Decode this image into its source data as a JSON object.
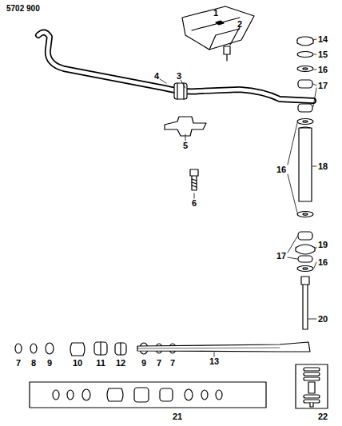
{
  "diagram": {
    "labels": [
      "5702 900",
      "1",
      "2",
      "4",
      "3",
      "5",
      "6",
      "14",
      "15",
      "16",
      "17",
      "16",
      "18",
      "17",
      "19",
      "16",
      "20",
      "7",
      "8",
      "9",
      "10",
      "11",
      "12",
      "9",
      "7",
      "7",
      "13",
      "21",
      "22"
    ]
  }
}
